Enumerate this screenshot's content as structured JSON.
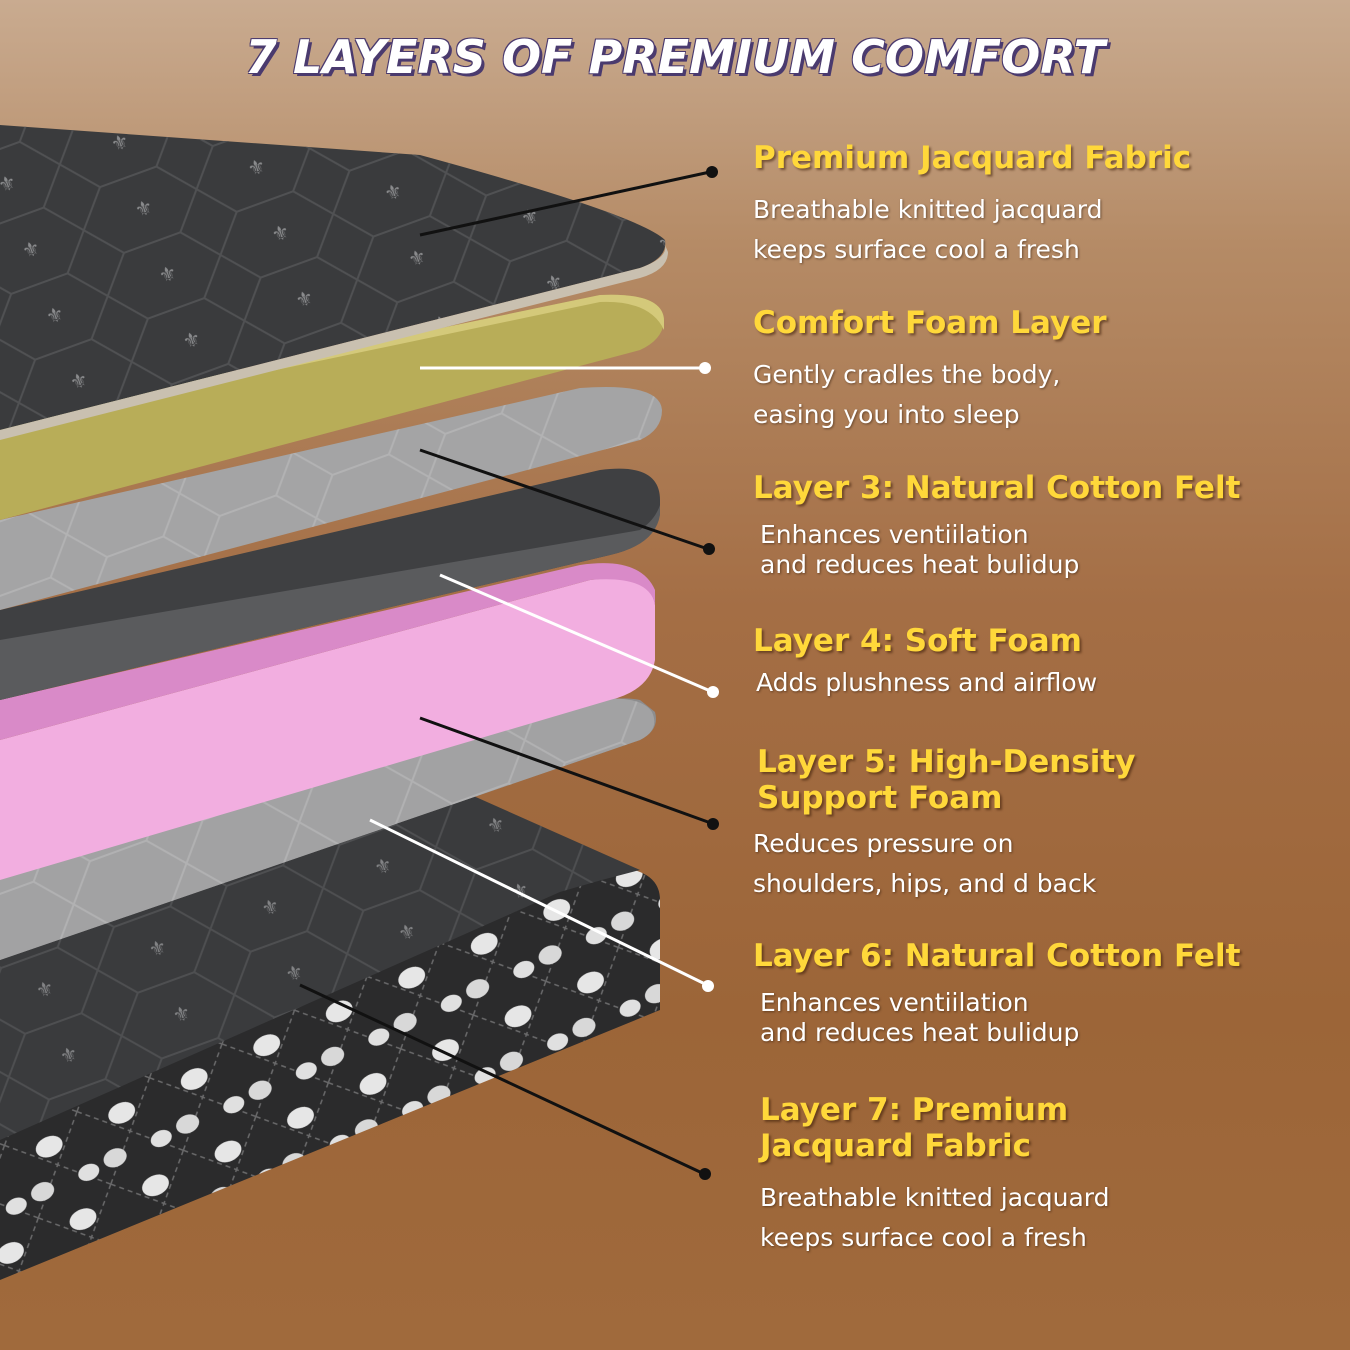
{
  "title": "7 LAYERS OF PREMIUM COMFORT",
  "layers": [
    {
      "heading": "Premium Jacquard Fabric",
      "description": "Breathable knitted jacquard\nkeeps surface cool a fresh"
    },
    {
      "heading": "Comfort Foam Layer",
      "description": "Gently cradles the body,\neasing you into sleep"
    },
    {
      "heading": "Layer 3: Natural Cotton Felt",
      "description": "Enhances ventiilation\nand reduces heat bulidup"
    },
    {
      "heading": "Layer 4: Soft Foam",
      "description": "Adds plushness and airflow"
    },
    {
      "heading": "Layer 5: High-Density\nSupport Foam",
      "description": "Reduces pressure on\nshoulders, hips, and d back"
    },
    {
      "heading": "Layer 6: Natural Cotton Felt",
      "description": "Enhances ventiilation\nand reduces heat bulidup"
    },
    {
      "heading": "Layer 7: Premium\nJacquard Fabric",
      "description": "Breathable knitted jacquard\nkeeps surface cool a fresh"
    }
  ],
  "colors": {
    "heading": "#ffd83a",
    "description": "#ffffff",
    "title_outline": "#4a3a6e",
    "fabric_dark": "#3c3d3f",
    "comfort_foam": "#b7ad55",
    "cotton_felt": "#9c9c9d",
    "soft_foam_gray": "#3e3f41",
    "support_foam_pink": "#efa6de",
    "leaf_border": "#2b2b2c"
  }
}
